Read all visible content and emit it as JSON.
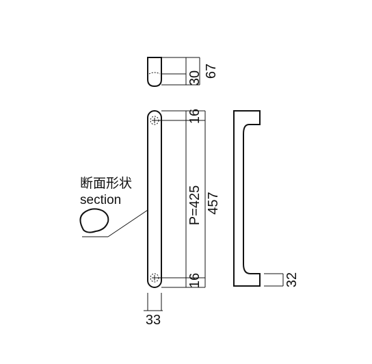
{
  "labels": {
    "section_jp": "断面形状",
    "section_en": "section"
  },
  "dimensions": {
    "end_height": "67",
    "end_inner": "30",
    "hole_offset_top": "16",
    "hole_offset_bottom": "16",
    "pitch": "P=425",
    "overall_length": "457",
    "width": "33",
    "side_depth": "32"
  }
}
